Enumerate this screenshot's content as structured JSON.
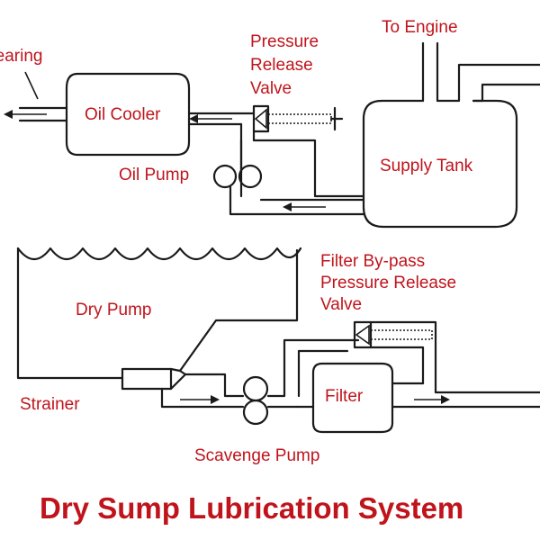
{
  "labels": {
    "bearing": "Bearing",
    "oil_cooler": "Oil Cooler",
    "pressure_release_valve_line1": "Pressure",
    "pressure_release_valve_line2": "Release",
    "pressure_release_valve_line3": "Valve",
    "to_engine": "To Engine",
    "oil_pump": "Oil Pump",
    "supply_tank": "Supply Tank",
    "dry_pump": "Dry Pump",
    "filter_bypass_line1": "Filter By-pass",
    "filter_bypass_line2": "Pressure Release",
    "filter_bypass_line3": "Valve",
    "strainer": "Strainer",
    "filter": "Filter",
    "scavenge_pump": "Scavenge Pump"
  },
  "title": "Dry Sump Lubrication System",
  "colors": {
    "label": "#c0141c",
    "line": "#1a1a1a",
    "background": "#ffffff"
  }
}
